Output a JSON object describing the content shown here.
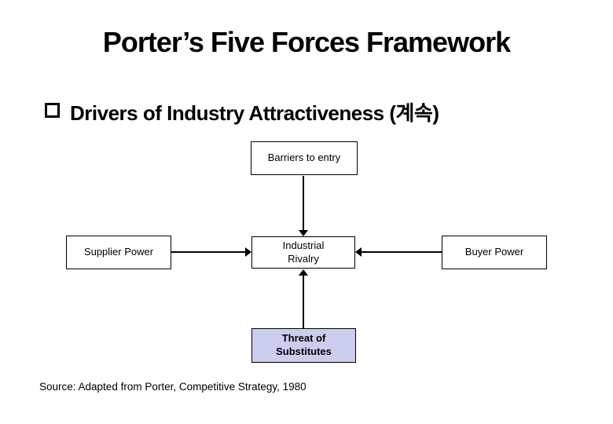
{
  "slide": {
    "title": "Porter’s Five Forces Framework",
    "bullet": {
      "icon": "hollow-square-bullet",
      "text": "Drivers of Industry Attractiveness (계속)"
    },
    "diagram": {
      "top_box": {
        "label": "Barriers to entry"
      },
      "left_box": {
        "label": "Supplier Power"
      },
      "center_box": {
        "line1": "Industrial",
        "line2": "Rivalry"
      },
      "right_box": {
        "label": "Buyer Power"
      },
      "bottom_box": {
        "line1": "Threat of",
        "line2": "Substitutes",
        "fill_color": "#CCCCEE"
      },
      "arrows": [
        {
          "name": "barriers-to-rivalry",
          "direction": "down"
        },
        {
          "name": "supplier-to-rivalry",
          "direction": "right"
        },
        {
          "name": "buyer-to-rivalry",
          "direction": "left"
        },
        {
          "name": "substitutes-to-rivalry",
          "direction": "up"
        }
      ]
    },
    "source": "Source: Adapted from Porter, Competitive Strategy, 1980"
  },
  "colors": {
    "background": "#FFFFFF",
    "text": "#000000",
    "box_border": "#000000",
    "substitutes_fill": "#CCCCEE"
  }
}
